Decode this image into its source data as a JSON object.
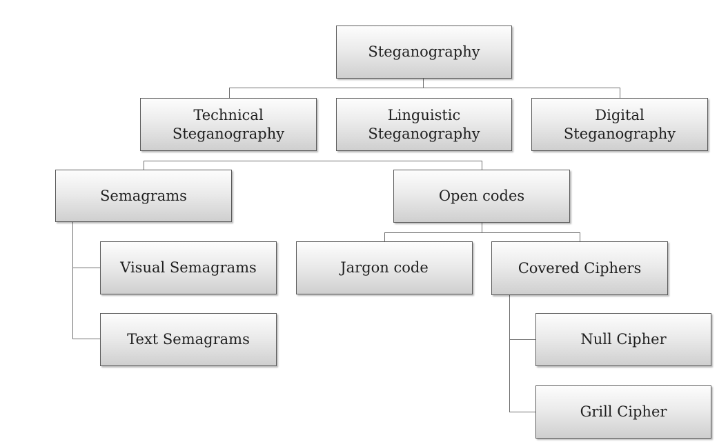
{
  "diagram": {
    "root": "Steganography",
    "level1": {
      "technical": [
        "Technical",
        "Steganography"
      ],
      "linguistic": [
        "Linguistic",
        "Steganography"
      ],
      "digital": [
        "Digital",
        "Steganography"
      ]
    },
    "linguistic_children": {
      "semagrams": "Semagrams",
      "open_codes": "Open codes"
    },
    "semagram_types": {
      "visual": "Visual Semagrams",
      "text": "Text Semagrams"
    },
    "open_code_types": {
      "jargon": "Jargon code",
      "covered": "Covered Ciphers"
    },
    "covered_cipher_types": {
      "null": "Null Cipher",
      "grill": "Grill Cipher"
    }
  }
}
